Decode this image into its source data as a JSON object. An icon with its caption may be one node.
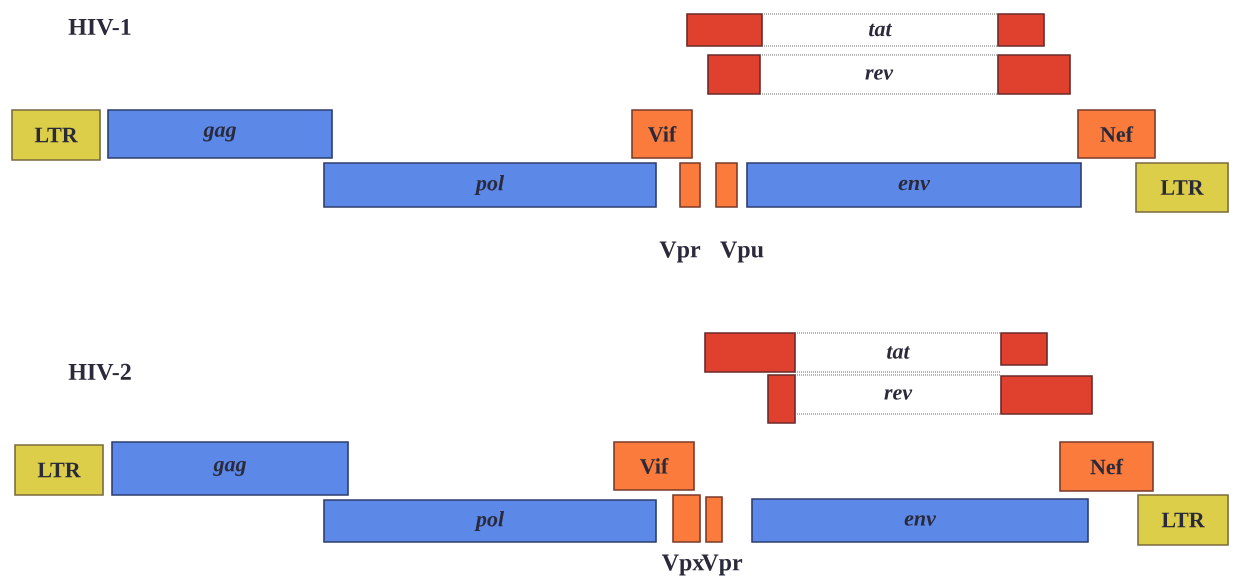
{
  "diagram": {
    "nodes": [
      {
        "text": [],
        "shape": "box"
      },
      {
        "text": [
          "tat"
        ]
      },
      {
        "text": [],
        "shape": "box"
      },
      {
        "text": [],
        "shape": "box"
      },
      {
        "text": [
          "rev"
        ]
      },
      {
        "text": [],
        "shape": "box"
      },
      {
        "text": [
          "LTR"
        ]
      },
      {
        "text": [
          "gag"
        ]
      },
      {
        "text": [
          "Vif"
        ]
      },
      {
        "text": [
          "Nef"
        ]
      },
      {
        "text": [
          "pol"
        ]
      },
      {
        "text": [],
        "shape": "box",
        "beside": [
          "Vpr"
        ]
      },
      {
        "text": [],
        "shape": "box",
        "beside": [
          "Vpu"
        ]
      },
      {
        "text": [
          "env"
        ]
      },
      {
        "text": [
          "LTR"
        ]
      },
      {
        "text": [],
        "shape": "box"
      },
      {
        "text": [
          "tat"
        ]
      },
      {
        "text": [],
        "shape": "box"
      },
      {
        "text": [],
        "shape": "box"
      },
      {
        "text": [
          "rev"
        ]
      },
      {
        "text": [],
        "shape": "box"
      },
      {
        "text": [
          "LTR"
        ]
      },
      {
        "text": [
          "gag"
        ]
      },
      {
        "text": [
          "Vif"
        ]
      },
      {
        "text": [
          "Nef"
        ]
      },
      {
        "text": [
          "pol"
        ]
      },
      {
        "text": [],
        "shape": "box",
        "beside": [
          "Vpx"
        ]
      },
      {
        "text": [],
        "shape": "box",
        "beside": [
          "Vpr"
        ]
      },
      {
        "text": [
          "env"
        ]
      },
      {
        "text": [
          "LTR"
        ]
      }
    ],
    "labels": [
      "HIV-1",
      "HIV-2"
    ]
  }
}
